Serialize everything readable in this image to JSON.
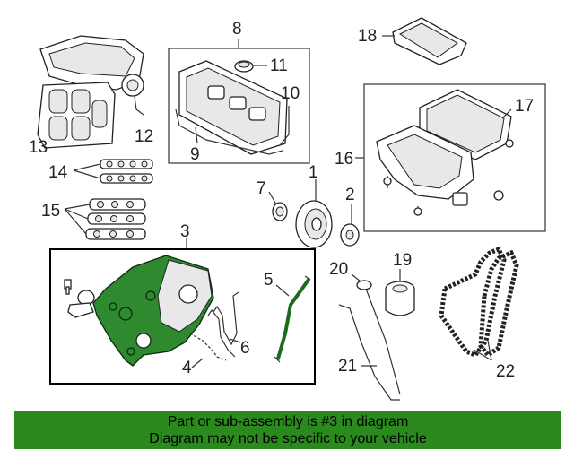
{
  "callouts": {
    "n1": "1",
    "n2": "2",
    "n3": "3",
    "n4": "4",
    "n5": "5",
    "n6": "6",
    "n7": "7",
    "n8": "8",
    "n9": "9",
    "n10": "10",
    "n11": "11",
    "n12": "12",
    "n13": "13",
    "n14": "14",
    "n15": "15",
    "n16": "16",
    "n17": "17",
    "n18": "18",
    "n19": "19",
    "n20": "20",
    "n21": "21",
    "n22": "22"
  },
  "banner": {
    "line1": "Part or sub-assembly is #3 in diagram",
    "line2": "Diagram may not be specific to your vehicle"
  },
  "colors": {
    "highlight": "#2f8a2f",
    "banner_bg": "#2a8a1e"
  }
}
